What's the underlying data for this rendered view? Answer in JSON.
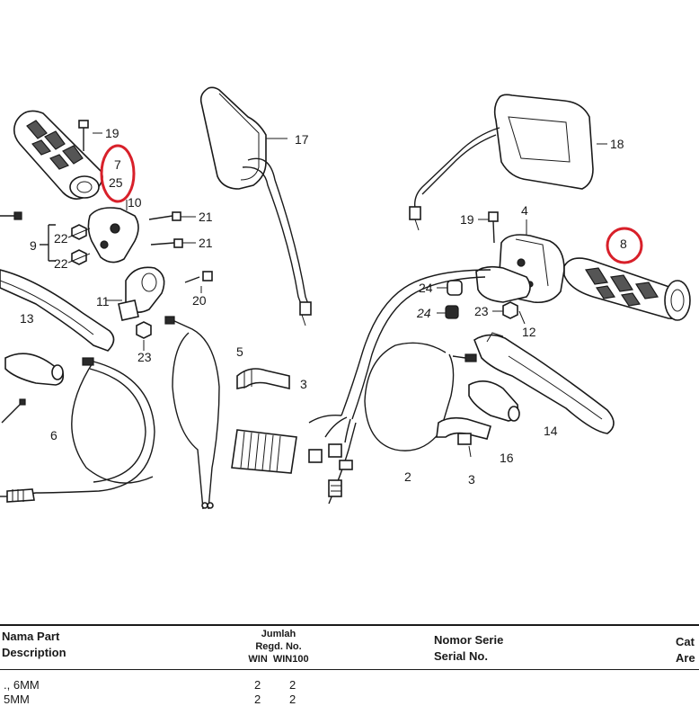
{
  "callouts": {
    "c19a": "19",
    "c7": "7",
    "c25": "25",
    "c10": "10",
    "c21a": "21",
    "c21b": "21",
    "c9": "9",
    "c22a": "22",
    "c22b": "22",
    "c17": "17",
    "c18": "18",
    "c19b": "19",
    "c4": "4",
    "c8": "8",
    "c11": "11",
    "c20": "20",
    "c13": "13",
    "c23a": "23",
    "c5": "5",
    "c3a": "3",
    "c6": "6",
    "c24a": "24",
    "c24b": "24",
    "c23b": "23",
    "c12": "12",
    "c14": "14",
    "c16": "16",
    "c2": "2",
    "c3b": "3"
  },
  "highlight_color": "#d8202a",
  "table": {
    "col_name_1": "Nama Part",
    "col_name_2": "Description",
    "col_qty_1": "Jumlah",
    "col_qty_2": "Regd. No.",
    "col_qty_3": "WIN  WIN100",
    "col_serial_1": "Nomor Serie",
    "col_serial_2": "Serial No.",
    "col_cat_1": "Cat",
    "col_cat_2": "Are",
    "rows": [
      {
        "desc": "., 6MM",
        "q1": "2",
        "q2": "2"
      },
      {
        "desc": "5MM",
        "q1": "2",
        "q2": "2"
      }
    ]
  }
}
